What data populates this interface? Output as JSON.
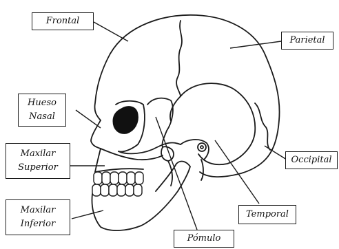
{
  "diagram": {
    "labels": {
      "frontal": [
        "Frontal"
      ],
      "parietal": [
        "Parietal"
      ],
      "hueso_nasal": [
        "Hueso",
        "Nasal"
      ],
      "maxilar_superior": [
        "Maxilar",
        "Superior"
      ],
      "maxilar_inferior": [
        "Maxilar",
        "Inferior"
      ],
      "occipital": [
        "Occipital"
      ],
      "temporal": [
        "Temporal"
      ],
      "pomulo": [
        "Pómulo"
      ]
    },
    "colors": {
      "line": "#1a1a1a",
      "fill_orbit": "#111111",
      "background": "#ffffff"
    }
  }
}
